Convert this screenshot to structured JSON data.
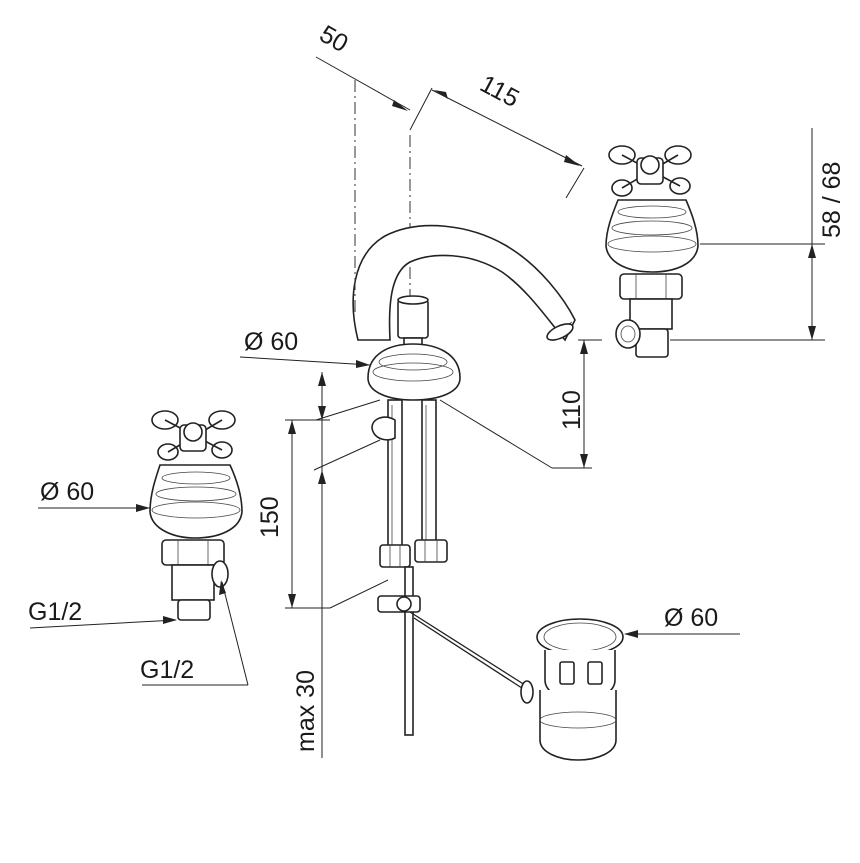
{
  "dimensions": {
    "spout_offset": "50",
    "spout_reach": "115",
    "handle_height": "58 / 68",
    "base_diameter": "Ø 60",
    "spout_height": "110",
    "left_handle_diameter": "Ø 60",
    "shank_length": "150",
    "left_inlet_thread": "G1/2",
    "left_outlet_thread": "G1/2",
    "deck_thickness": "max 30",
    "drain_diameter": "Ø 60"
  },
  "colors": {
    "line": "#222222",
    "background": "#ffffff"
  }
}
